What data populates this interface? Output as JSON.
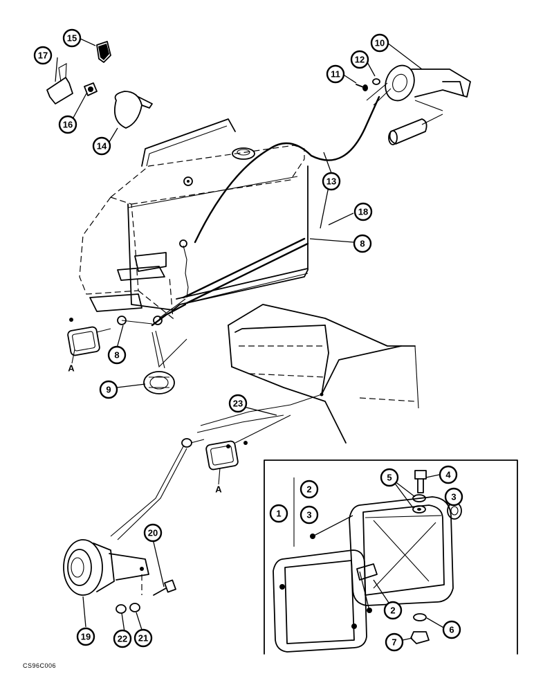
{
  "figure_code": "CS96C006",
  "callouts": {
    "c1": "1",
    "c2a": "2",
    "c3a": "3",
    "c4": "4",
    "c5": "5",
    "c3b": "3",
    "c2b": "2",
    "c6": "6",
    "c7": "7",
    "c8a": "8",
    "c8b": "8",
    "c9": "9",
    "c10": "10",
    "c11": "11",
    "c12": "12",
    "c13": "13",
    "c14": "14",
    "c15": "15",
    "c16": "16",
    "c17": "17",
    "c18": "18",
    "c19": "19",
    "c20": "20",
    "c21": "21",
    "c22": "22",
    "c23": "23"
  },
  "view_marks": {
    "a1": "A",
    "a2": "A"
  }
}
